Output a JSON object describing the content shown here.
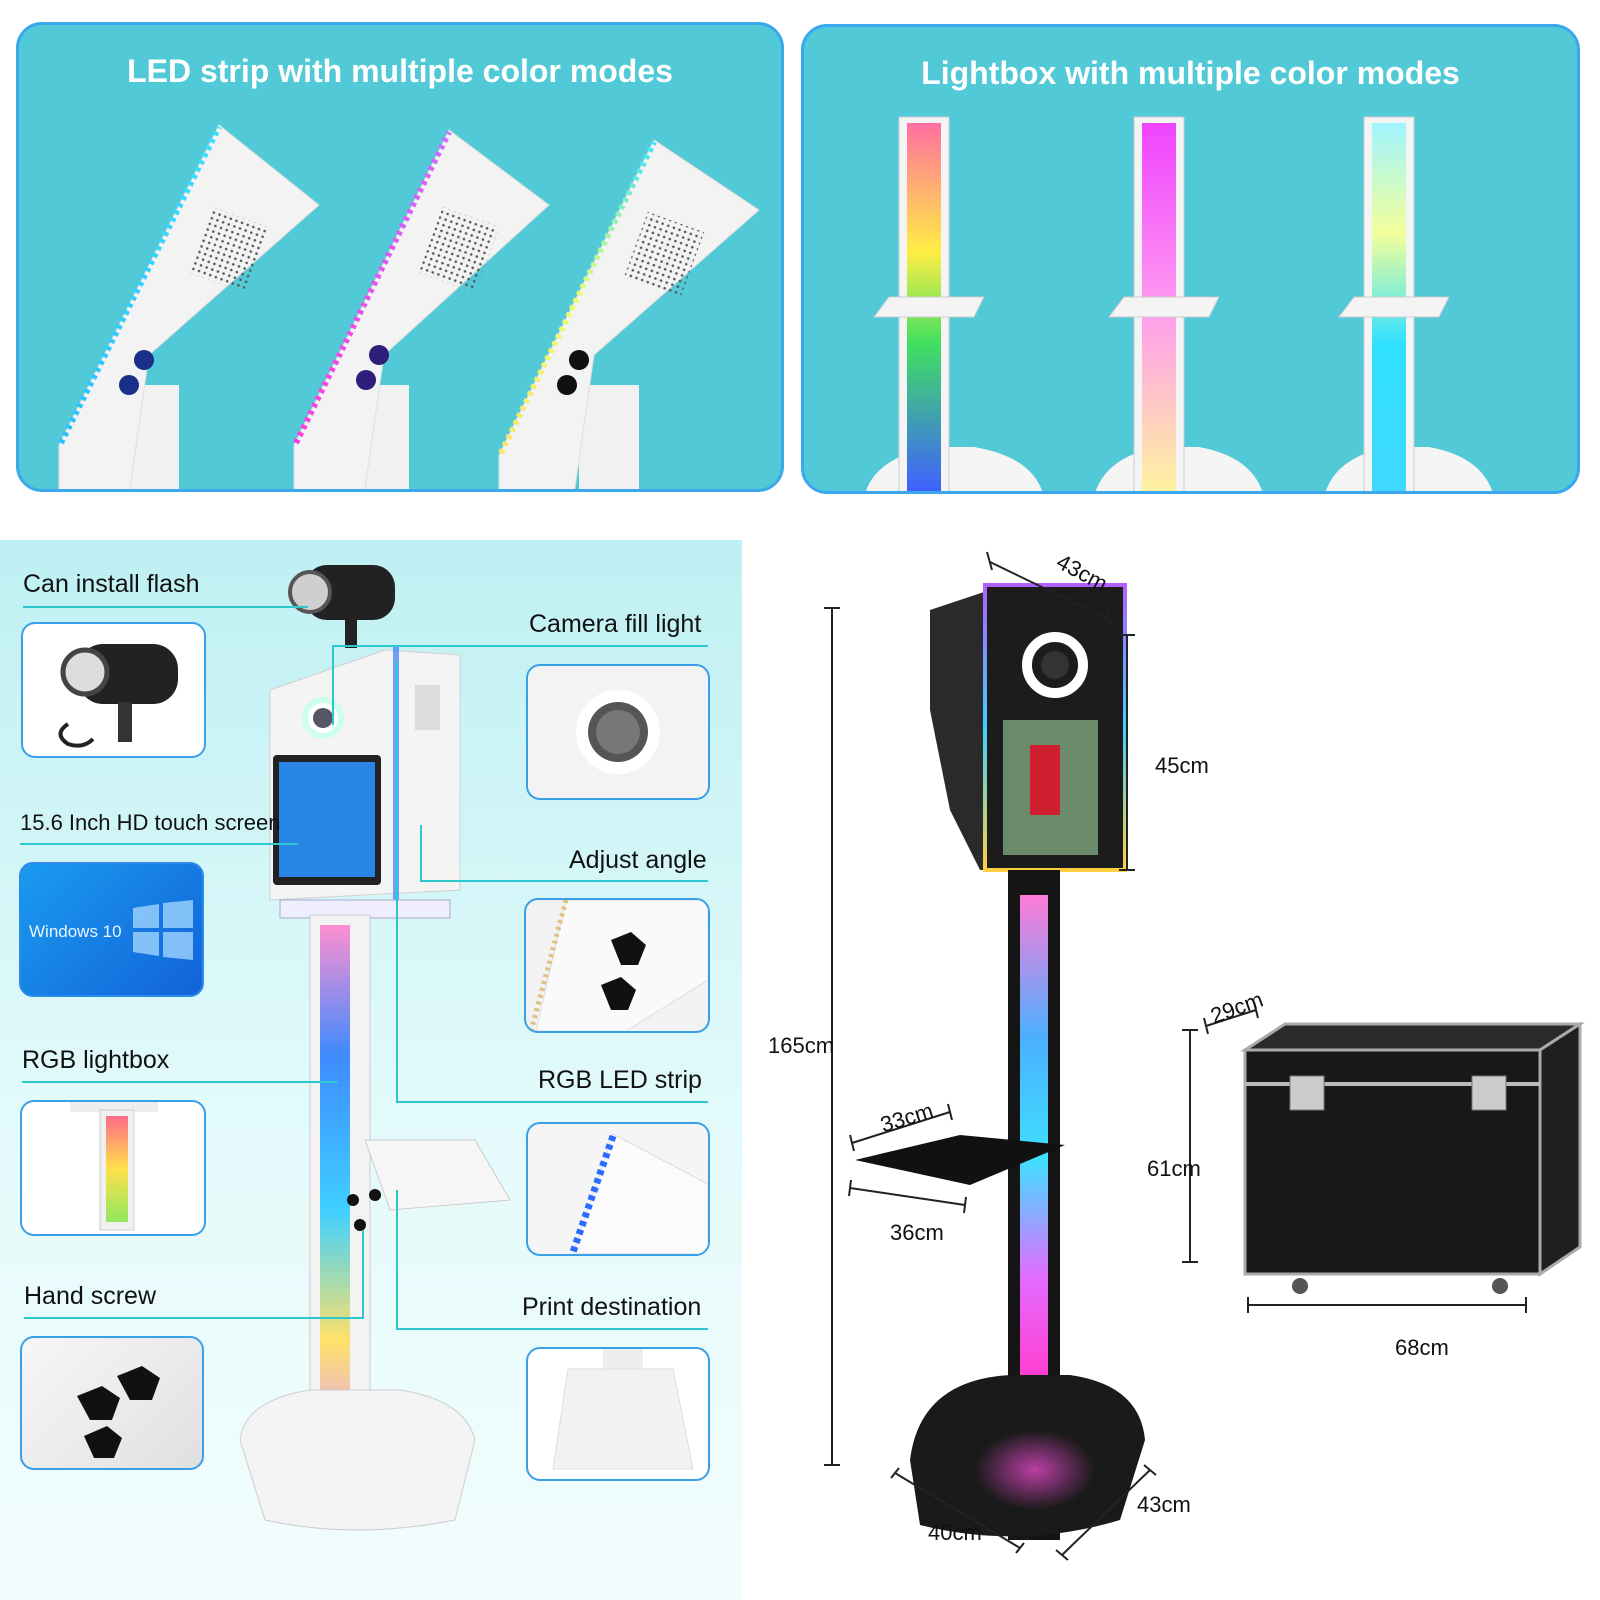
{
  "top_panels": {
    "led_strip_title": "LED strip with multiple color modes",
    "lightbox_title": "Lightbox with multiple color modes"
  },
  "features": {
    "flash": "Can install flash",
    "fill_light": "Camera fill light",
    "touch_screen": "15.6 Inch HD touch screen",
    "screen_os": "Windows 10",
    "adjust_angle": "Adjust angle",
    "rgb_lightbox": "RGB lightbox",
    "rgb_led_strip": "RGB LED strip",
    "hand_screw": "Hand screw",
    "print_destination": "Print destination"
  },
  "dimensions": {
    "top_width": "43cm",
    "top_height": "45cm",
    "total_height": "165cm",
    "tray_depth": "33cm",
    "tray_width": "36cm",
    "base_width": "40cm",
    "base_depth": "43cm",
    "case_depth": "29cm",
    "case_height": "61cm",
    "case_width": "68cm"
  },
  "colors": {
    "panel_bg": "#52c9d7",
    "panel_border": "#3aa7ee",
    "connector_line": "#2cc7cf"
  }
}
